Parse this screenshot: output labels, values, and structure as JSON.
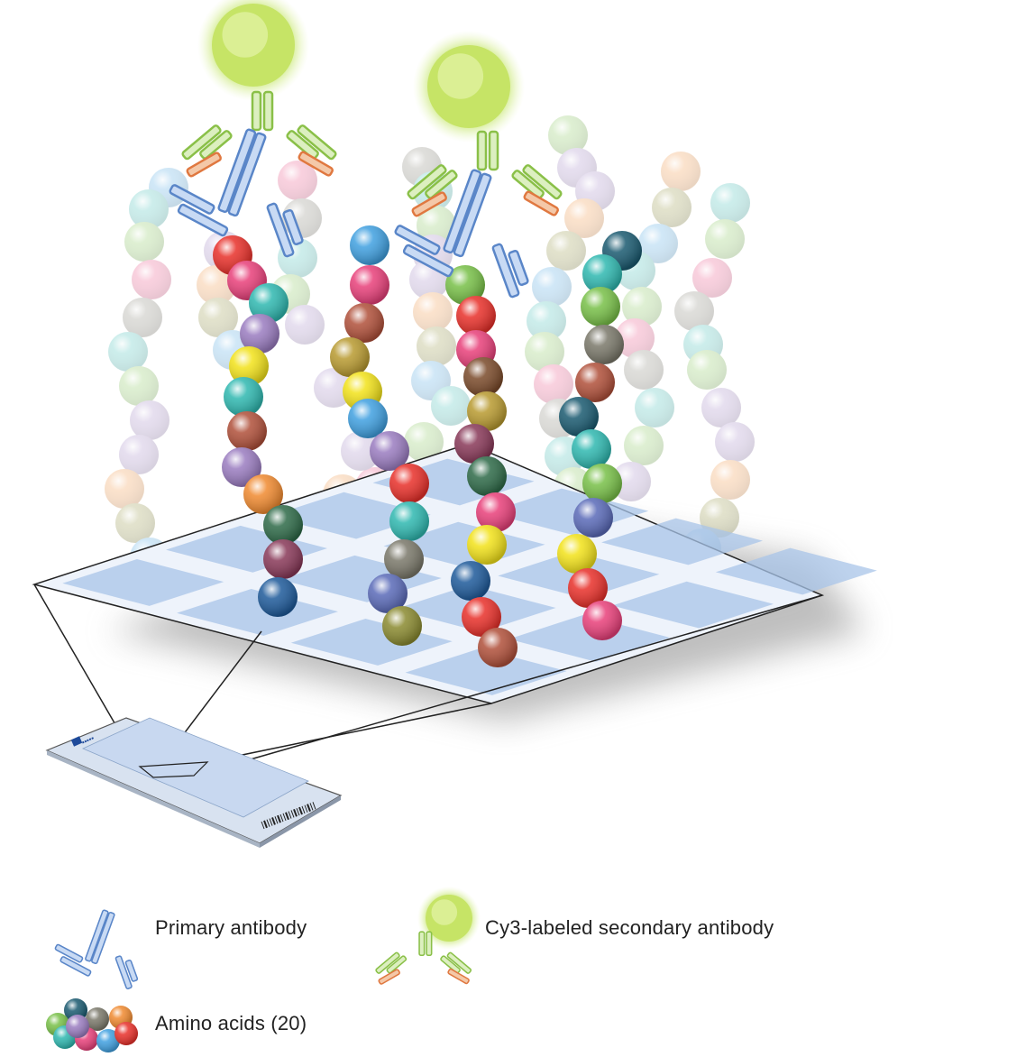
{
  "legend": {
    "primary_antibody": "Primary antibody",
    "secondary_antibody": "Cy3-labeled secondary antibody",
    "amino_acids": "Amino acids (20)"
  },
  "colors": {
    "red": "#e8302a",
    "pink": "#e8407a",
    "teal": "#2fb8b0",
    "lavender": "#9a7cc0",
    "yellow": "#f2e21a",
    "brown": "#b0503a",
    "orange": "#f08a30",
    "darkgreen": "#2e6a48",
    "plum": "#883858",
    "navy": "#1e5a9a",
    "skyblue": "#40a0e0",
    "olive": "#8a8a30",
    "gold": "#b89a30",
    "periwinkle": "#5a6ab8",
    "grey": "#7a786a",
    "chocolate": "#7a4a2a",
    "darkteal": "#1a5a70",
    "lightgreen": "#78c048",
    "cy3": "#c8e870",
    "primary_antibody": "#5a86c8",
    "secondary_antibody": "#8ac048",
    "secondary_tip": "#e07840",
    "chip_blue": "#a8c4e8"
  }
}
